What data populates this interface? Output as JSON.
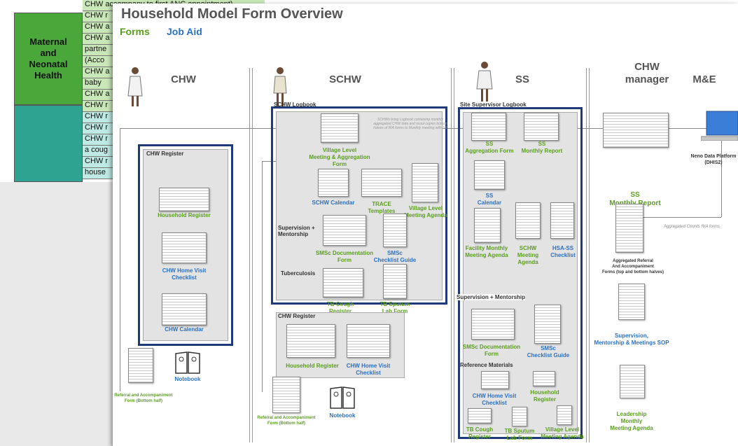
{
  "background_sheet": {
    "categories": [
      {
        "label": "Maternal\nand\nNeonatal\nHealth",
        "color": "#4aa83a"
      },
      {
        "label": "",
        "color": "#2fa391"
      }
    ],
    "rows": [
      "CHW accompany to first ANC appointment)",
      "CHW r",
      "CHW a",
      "CHW a",
      "partne",
      "(Acco",
      "CHW a",
      "baby",
      "CHW a",
      "CHW r",
      "CHW r",
      "CHW r",
      "CHW r",
      "a coug",
      "CHW r",
      "house"
    ]
  },
  "slide": {
    "title": "Household Model Form Overview",
    "tab_forms": "Forms",
    "tab_job_aid": "Job Aid"
  },
  "columns": {
    "chw": "CHW",
    "schw": "SCHW",
    "ss": "SS",
    "chw_manager": "CHW\nmanager",
    "me": "M&E"
  },
  "chw_col": {
    "register_heading": "CHW Register",
    "household_register": "Household Register",
    "home_visit_checklist": "CHW Home Visit\nChecklist",
    "calendar": "CHW Calendar",
    "referral_form": "Referral and Accompaniment\nForm (Bottom half)",
    "notebook": "Notebook"
  },
  "schw_col": {
    "logbook_heading": "SCHW Logbook",
    "village_form": "Village Level\nMeeting & Aggregation\nForm",
    "flow_note": "SCHWs bring Logbook containing monthly aggregated CHW data and scout copies bottom halves of R/A forms to Monthly meeting with SS",
    "calendar": "SCHW Calendar",
    "trace": "TRACE\nTemplates",
    "village_agenda": "Village Level\nMeeting Agenda",
    "supervision_heading": "Supervision +\nMentorship",
    "smsc_doc": "SMSc Documentation\nForm",
    "smsc_checklist": "SMSc\nChecklist Guide",
    "tb_heading": "Tuberculosis",
    "tb_cough": "TB Cough\nRegister",
    "tb_sputum": "TB Sputum\nLab Form",
    "register_heading": "CHW Register",
    "household_register": "Household Register",
    "home_visit_checklist": "CHW Home Visit\nChecklist",
    "referral_form": "Referral and Accompaniment\nForm (Bottom half)",
    "notebook": "Notebook"
  },
  "ss_col": {
    "logbook_heading": "Site Supervisor Logbook",
    "aggregation": "SS\nAggregation Form",
    "monthly_report": "SS\nMonthly Report",
    "calendar": "SS\nCalendar",
    "facility_agenda": "Facility Monthly\nMeeting Agenda",
    "schw_agenda": "SCHW\nMeeting\nAgenda",
    "hsa_checklist": "HSA-SS\nChecklist",
    "supervision_heading": "Supervision + Mentorship",
    "smsc_doc": "SMSc Documentation\nForm",
    "smsc_checklist": "SMSc\nChecklist Guide",
    "reference_heading": "Reference Materials",
    "home_visit_checklist": "CHW Home Visit\nChecklist",
    "household_register": "Household\nRegister",
    "tb_cough": "TB Cough\nRegister",
    "tb_sputum": "TB Sputum\nLab Form",
    "village_agenda": "Village Level\nMeeting Agenda"
  },
  "mgr_col": {
    "ss_monthly": "SS\nMonthly Report",
    "aggregated_ra": "Aggregated Referral\nAnd Accompaniment\nForms (top and bottom halves)",
    "agg_note": "Aggregated Counts R/A forms",
    "sop": "Supervision,\nMentorship & Meetings SOP",
    "leadership": "Leadership\nMonthly\nMeeting Agenda"
  },
  "me_col": {
    "neno": "Neno Data Platform\n(DHIS2)"
  },
  "colors": {
    "green": "#5a9e1e",
    "blue": "#2b71c4",
    "box": "#1f3a78",
    "heading": "#555555"
  }
}
